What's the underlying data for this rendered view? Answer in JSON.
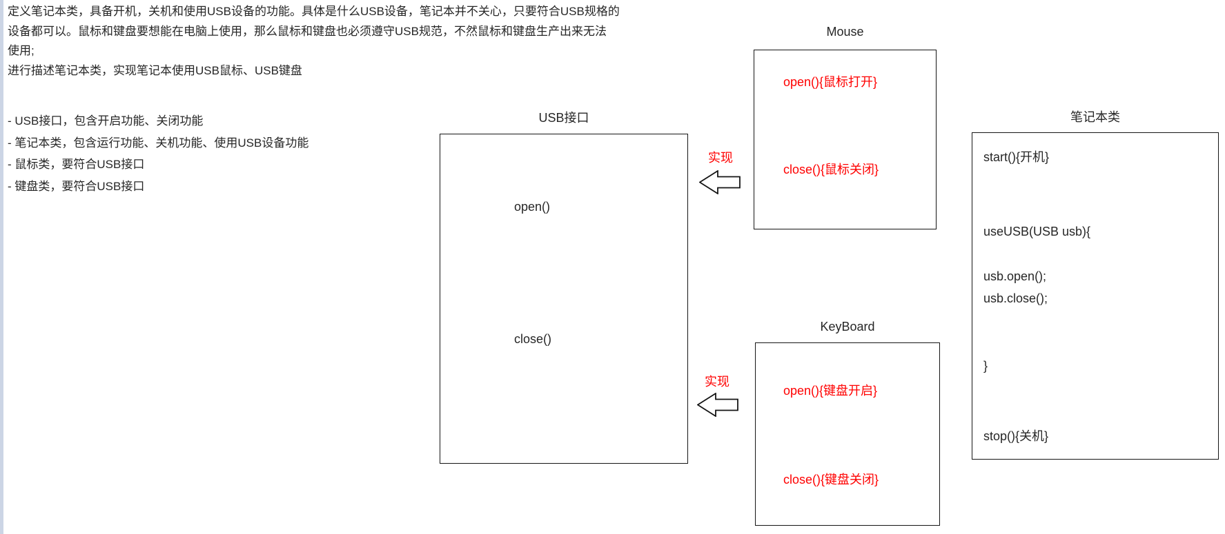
{
  "colors": {
    "red_ink": "#ff0000",
    "black_ink": "#262626",
    "box_border": "#141414",
    "page_edge_strip": "#ccd5e5"
  },
  "description": {
    "lines": [
      "定义笔记本类，具备开机，关机和使用USB设备的功能。具体是什么USB设备，笔记本并不关心，只要符合USB规格的",
      "设备都可以。鼠标和键盘要想能在电脑上使用，那么鼠标和键盘也必须遵守USB规范，不然鼠标和键盘生产出来无法",
      "使用;",
      "进行描述笔记本类，实现笔记本使用USB鼠标、USB键盘"
    ],
    "bullets": [
      "- USB接口，包含开启功能、关闭功能",
      "- 笔记本类，包含运行功能、关机功能、使用USB设备功能",
      "- 鼠标类，要符合USB接口",
      "- 键盘类，要符合USB接口"
    ]
  },
  "usb_interface": {
    "title": "USB接口",
    "methods": [
      "open()",
      "close()"
    ]
  },
  "mouse": {
    "title": "Mouse",
    "methods": [
      "open(){鼠标打开}",
      "close(){鼠标关闭}"
    ]
  },
  "keyboard": {
    "title": "KeyBoard",
    "methods": [
      "open(){键盘开启}",
      "close(){键盘关闭}"
    ]
  },
  "notebook": {
    "title": "笔记本类",
    "body_lines": [
      "start(){开机}",
      "useUSB(USB usb){",
      "usb.open();",
      "usb.close();",
      "}",
      "stop(){关机}"
    ]
  },
  "relations": [
    {
      "label": "实现"
    },
    {
      "label": "实现"
    }
  ]
}
